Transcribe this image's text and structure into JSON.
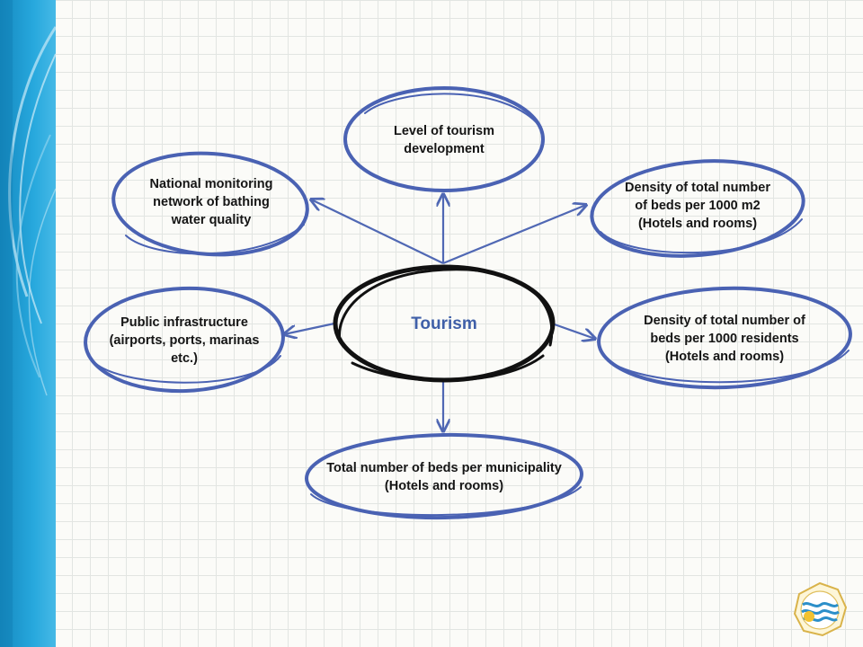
{
  "diagram": {
    "center": {
      "label": "Tourism"
    },
    "nodes": {
      "tourism_level": {
        "lines": [
          "Level of tourism",
          "development"
        ]
      },
      "monitoring": {
        "lines": [
          "National monitoring",
          "network of bathing",
          "water quality"
        ]
      },
      "density_area": {
        "lines": [
          "Density of total number",
          "of beds per 1000 m2",
          "(Hotels and rooms)"
        ]
      },
      "infrastructure": {
        "lines": [
          "Public infrastructure",
          "(airports, ports, marinas",
          "etc.)"
        ]
      },
      "density_residents": {
        "lines": [
          "Density of total number of",
          "beds per 1000 residents",
          "(Hotels and rooms)"
        ]
      },
      "beds_municipality": {
        "lines": [
          "Total number of beds per municipality",
          "(Hotels and rooms)"
        ]
      }
    }
  },
  "colors": {
    "node_outline": "#4a62b3",
    "center_outline": "#111111",
    "arrow": "#5068b4",
    "center_text": "#3f5fa8",
    "side_band": "#1d9ed4"
  },
  "icons": {
    "logo": "logo-emblem-icon"
  }
}
